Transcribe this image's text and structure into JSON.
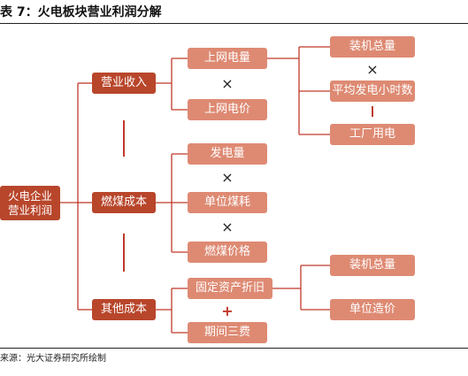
{
  "title": "表 7：火电板块营业利润分解",
  "source": "来源：光大证券研究所绘制",
  "nodes": {
    "root": "火电企业\n营业利润",
    "revenue": "营业收入",
    "coal_cost": "燃煤成本",
    "other_cost": "其他成本",
    "grid_volume": "上网电量",
    "grid_price": "上网电价",
    "generation": "发电量",
    "unit_coal": "单位煤耗",
    "coal_price": "燃煤价格",
    "fixed_asset": "固定资产折旧",
    "period_fee": "期间三费",
    "capacity_1": "装机总量",
    "hours": "平均发电小时数",
    "plant_use": "工厂用电",
    "capacity_2": "装机总量",
    "unit_cost": "单位造价"
  },
  "operators": {
    "times_1": "×",
    "times_2": "×",
    "times_3": "×",
    "times_4": "×",
    "minus_1": "−",
    "minus_2": "−",
    "minus_3": "−",
    "plus_1": "+"
  },
  "colors": {
    "dark_box": "#b8462b",
    "light_box": "#de8a73",
    "line": "#c0392b"
  }
}
